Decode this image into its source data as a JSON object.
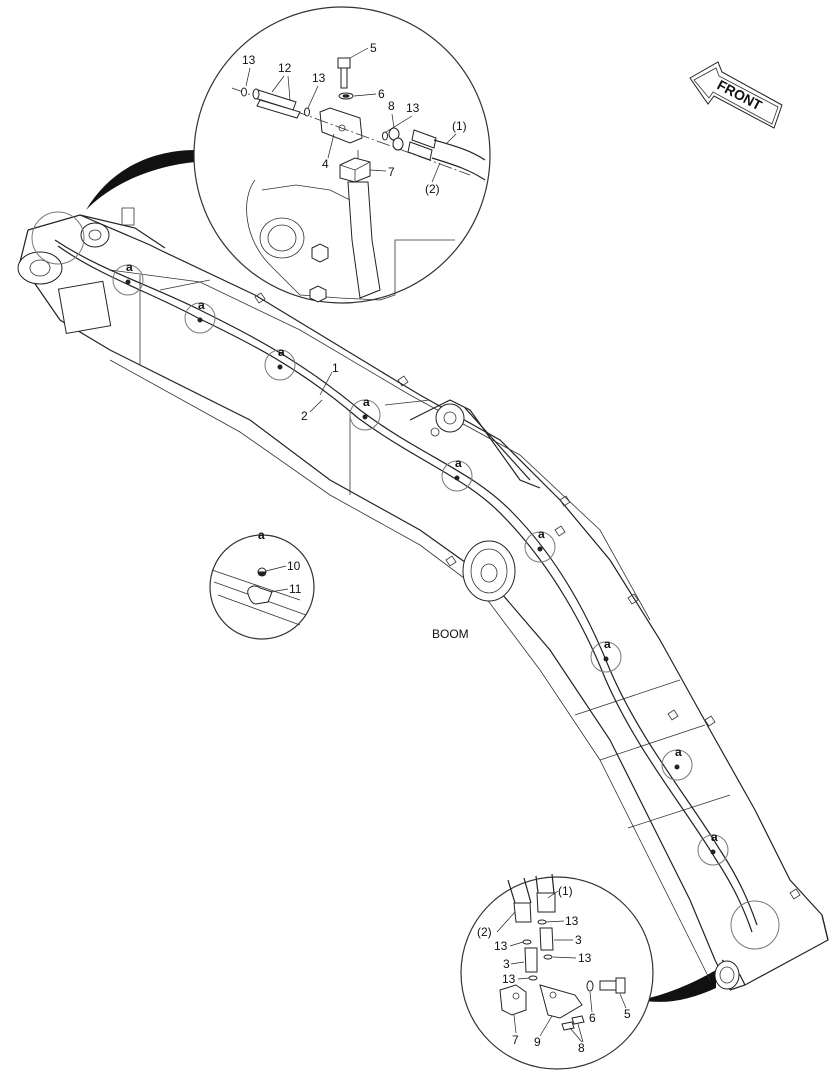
{
  "labels": {
    "front": "FRONT",
    "boom": "BOOM",
    "a": "a",
    "n1": "1",
    "n2": "2",
    "n3": "3",
    "n4": "4",
    "n5": "5",
    "n6": "6",
    "n7": "7",
    "n8": "8",
    "n9": "9",
    "n10": "10",
    "n11": "11",
    "n12": "12",
    "n13": "13",
    "p1": "(1)",
    "p2": "(2)"
  }
}
